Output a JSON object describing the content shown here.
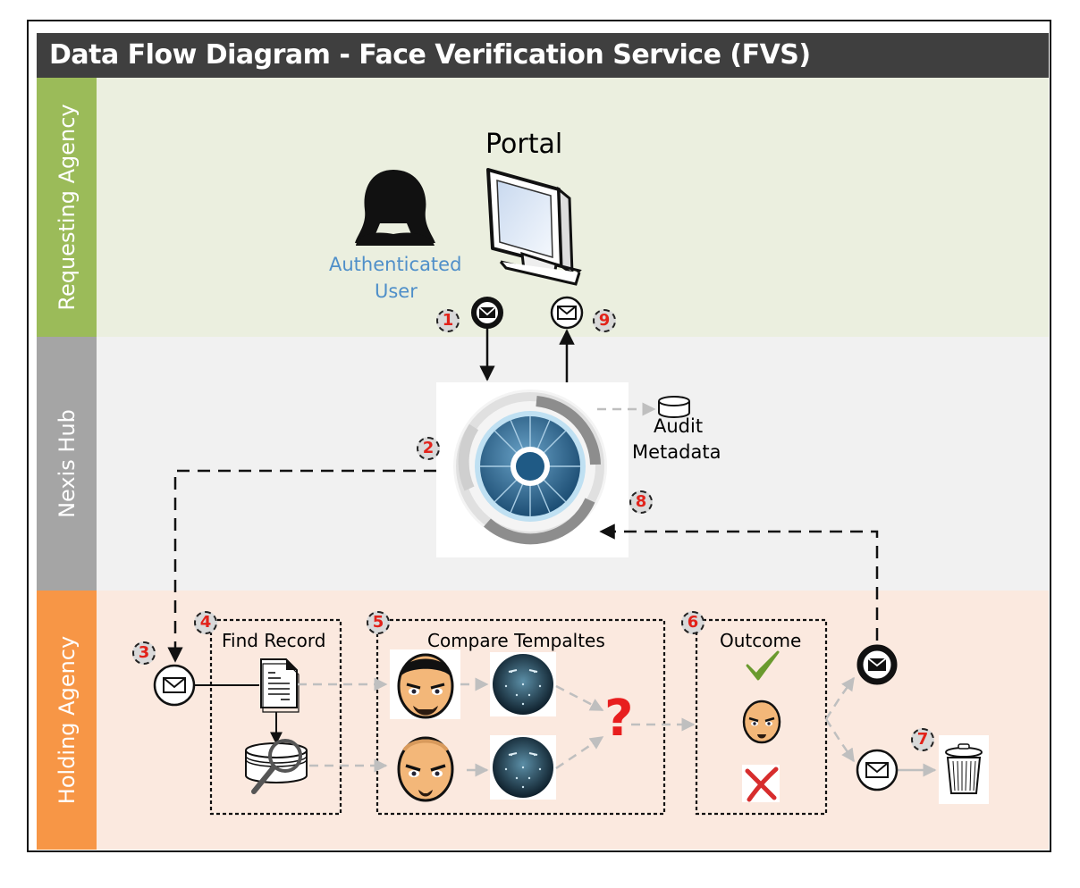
{
  "title": "Data Flow Diagram - Face Verification Service (FVS)",
  "lanes": [
    {
      "label": "Requesting Agency",
      "color": "#9bbb59",
      "bg": "#ebefdf"
    },
    {
      "label": "Nexis Hub",
      "color": "#a5a5a5",
      "bg": "#f1f1f1"
    },
    {
      "label": "Holding Agency",
      "color": "#f79646",
      "bg": "#fbe9df"
    }
  ],
  "nodes": {
    "portal": "Portal",
    "user_line1": "Authenticated",
    "user_line2": "User",
    "audit_line1": "Audit",
    "audit_line2": "Metadata",
    "find_record": "Find Record",
    "compare": "Compare Tempaltes",
    "outcome": "Outcome",
    "question": "?"
  },
  "steps": [
    "1",
    "2",
    "3",
    "4",
    "5",
    "6",
    "7",
    "8",
    "9"
  ],
  "icons": {
    "user": "female-user-icon",
    "portal": "monitor-icon",
    "hub": "hub-wheel-icon",
    "audit": "database-icon",
    "message": "envelope-icon",
    "document": "document-icon",
    "search_db": "database-search-icon",
    "face": "avatar-face-icon",
    "template": "face-mesh-icon",
    "match": "checkmark-icon",
    "nomatch": "x-mark-icon",
    "trash": "trash-bin-icon"
  },
  "colors": {
    "user_text": "#4f8fc9",
    "step_number": "#e2221a",
    "question": "#e81e1e",
    "check": "#6a9a2e",
    "flow_black": "#111111",
    "flow_grey": "#bfbfbf"
  }
}
